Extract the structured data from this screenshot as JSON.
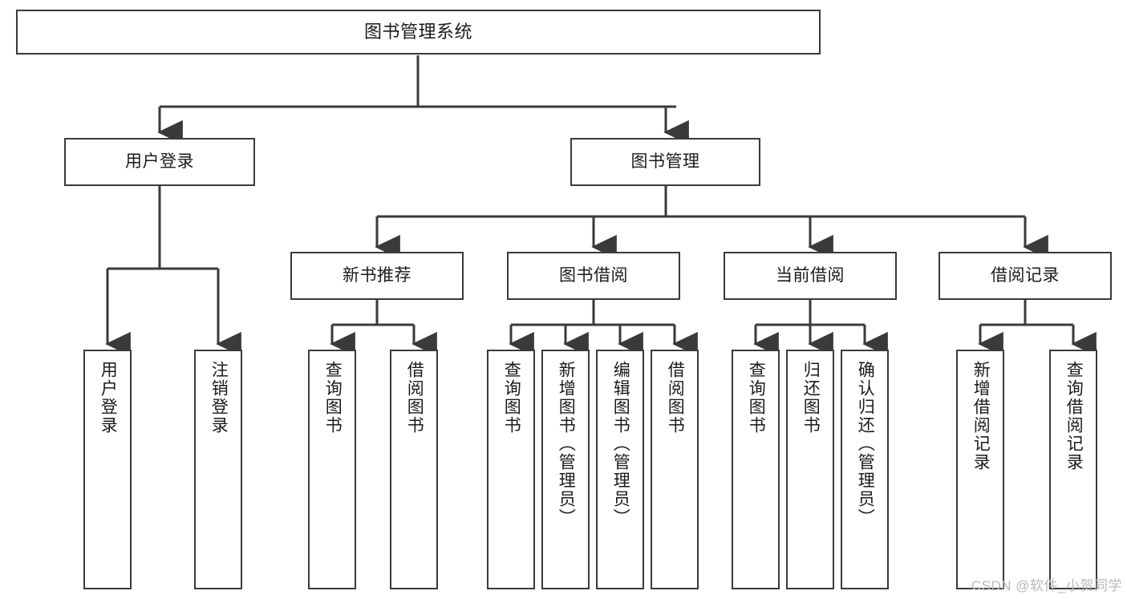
{
  "diagram": {
    "title": "图书管理系统",
    "watermark": "CSDN @软件_小贺同学",
    "colors": {
      "stroke": "#3a3a3a",
      "text": "#1b1b1b",
      "background": "#ffffff",
      "watermark": "#b9b9b9"
    },
    "root": {
      "label": "图书管理系统"
    },
    "level1": [
      {
        "label": "用户登录"
      },
      {
        "label": "图书管理"
      }
    ],
    "level2": [
      {
        "label": "新书推荐"
      },
      {
        "label": "图书借阅"
      },
      {
        "label": "当前借阅"
      },
      {
        "label": "借阅记录"
      }
    ],
    "leaves": [
      {
        "label": "用户登录"
      },
      {
        "label": "注销登录"
      },
      {
        "label": "查询图书"
      },
      {
        "label": "借阅图书"
      },
      {
        "label": "查询图书"
      },
      {
        "label": "新增图书（管理员）"
      },
      {
        "label": "编辑图书（管理员）"
      },
      {
        "label": "借阅图书"
      },
      {
        "label": "查询图书"
      },
      {
        "label": "归还图书"
      },
      {
        "label": "确认归还（管理员）"
      },
      {
        "label": "新增借阅记录"
      },
      {
        "label": "查询借阅记录"
      }
    ]
  }
}
